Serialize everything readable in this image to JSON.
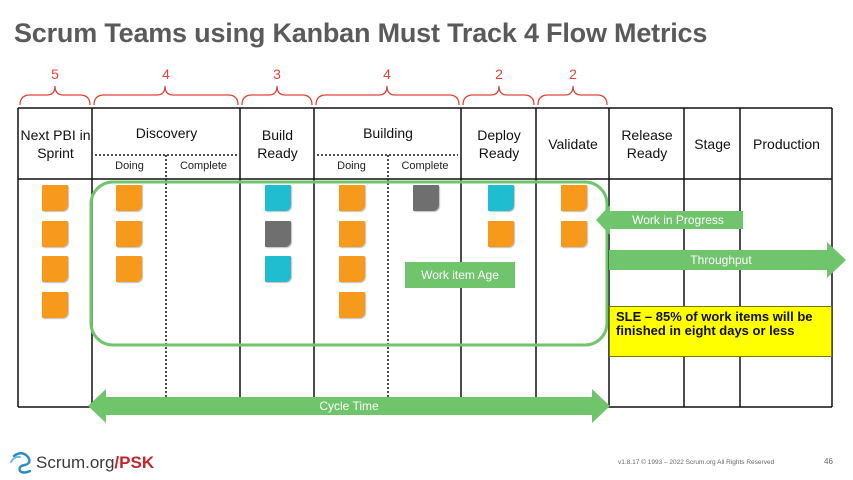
{
  "title": "Scrum Teams using Kanban Must Track 4 Flow Metrics",
  "wip_limits": [
    "5",
    "4",
    "3",
    "4",
    "2",
    "2"
  ],
  "columns": {
    "next_pbi": "Next PBI in Sprint",
    "discovery": "Discovery",
    "build_ready": "Build Ready",
    "building": "Building",
    "deploy_ready": "Deploy Ready",
    "validate": "Validate",
    "release_ready": "Release Ready",
    "stage": "Stage",
    "production": "Production"
  },
  "subcolumns": {
    "discovery_doing": "Doing",
    "discovery_complete": "Complete",
    "building_doing": "Doing",
    "building_complete": "Complete"
  },
  "labels": {
    "work_in_progress": "Work in Progress",
    "throughput": "Throughput",
    "work_item_age": "Work item Age",
    "cycle_time": "Cycle Time",
    "sle": "SLE – 85% of work items will be finished in eight days or less"
  },
  "footer": {
    "logo_text": "Scrum.org",
    "logo_suffix": "/PSK",
    "copyright": "v1.8.17 © 1993 – 2022 Scrum.org All Rights Reserved",
    "page_number": "46"
  },
  "colors": {
    "card_orange": "#f79a1b",
    "card_teal": "#20bcd0",
    "card_grey": "#6f6f6f",
    "metric_green": "#6fc46c",
    "sle_yellow": "#ffff00",
    "wip_red": "#e2443a"
  }
}
